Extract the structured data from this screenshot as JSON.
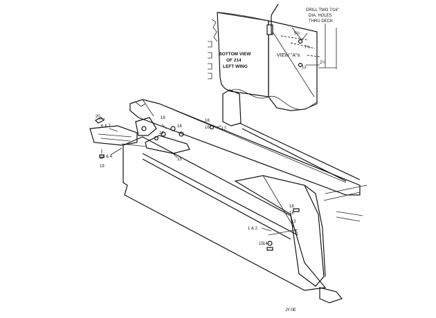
{
  "detail": {
    "drill_note_1": "DRILL TWO 7/16\"",
    "drill_note_2": "DIA. HOLES",
    "drill_note_3": "THRU DECK",
    "bottom_view_1": "BOTTOM VIEW",
    "bottom_view_2": "OF 214",
    "bottom_view_3": "LEFT WING",
    "view_a": "VIEW \"A\"",
    "dim_1": "5½",
    "dim_2": "7½",
    "dim_3": "6",
    "dim_4": "12",
    "dim_5": "2¼"
  },
  "callouts": {
    "c20": "20",
    "c6_7": "6 & 7",
    "c3_4": "3 & 4",
    "c8": "8",
    "c19": "19",
    "c18": "18",
    "c16": "16",
    "c12": "12",
    "c15": "15",
    "c18b": "18",
    "c16b": "16",
    "c17": "17",
    "c18c": "18",
    "c16c": "16",
    "c1_2": "1 & 2",
    "c15b": "15",
    "c14": "14",
    "c3": "3"
  },
  "footer": {
    "code": "JY-0E"
  }
}
